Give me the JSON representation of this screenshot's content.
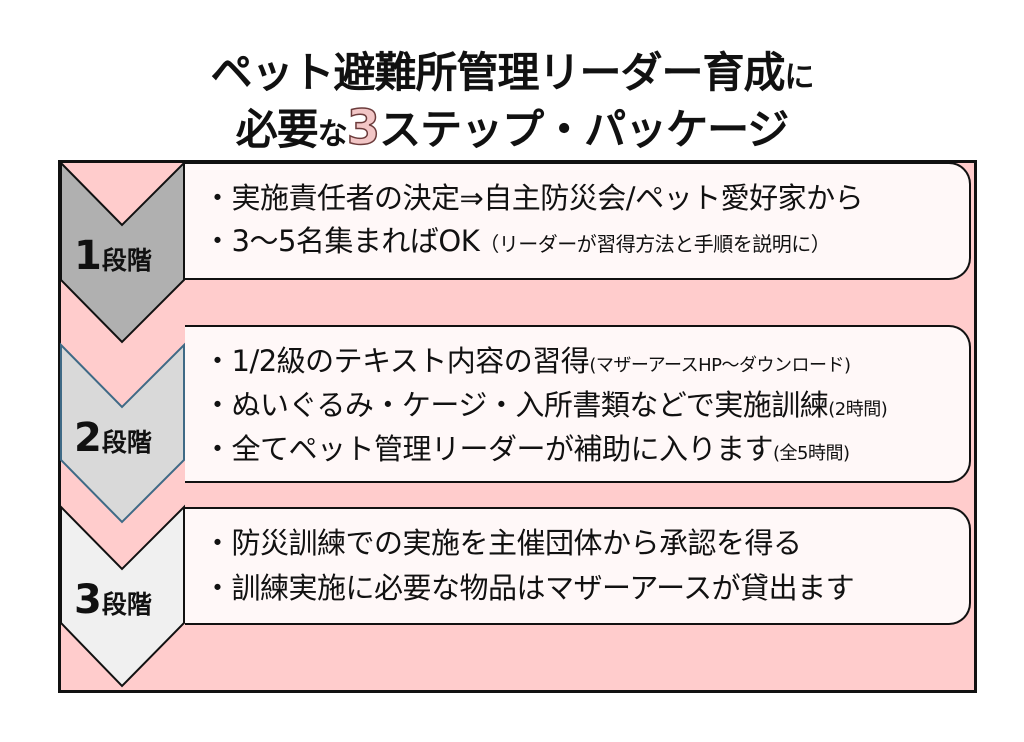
{
  "title": {
    "line1_main": "ペット避難所管理リーダー育成",
    "line1_suffix": "に",
    "line2_prefix": "必要",
    "line2_small": "な",
    "line2_accent": "3",
    "line2_rest": "ステップ・パッケージ"
  },
  "colors": {
    "background": "#ffcccc",
    "stage1": "#b0b0b0",
    "stage2": "#d9d9d9",
    "stage3": "#f0f0f0",
    "box": "#fff8f8",
    "accent": "#f2c6c6",
    "stage2_outline": "#3f6a86"
  },
  "stages": [
    {
      "num": "1",
      "word": "段階",
      "lines": [
        {
          "text": "・実施責任者の決定⇒自主防災会/ペット愛好家から",
          "note": ""
        },
        {
          "text": "・3～5名集まればOK",
          "note": "（リーダーが習得方法と手順を説明に）"
        }
      ]
    },
    {
      "num": "2",
      "word": "段階",
      "lines": [
        {
          "text": "・1/2級のテキスト内容の習得",
          "note": "(マザーアースHP～ダウンロード)"
        },
        {
          "text": "・ぬいぐるみ・ケージ・入所書類などで実施訓練",
          "note": "(2時間)"
        },
        {
          "text": "・全てペット管理リーダーが補助に入ります",
          "note": "(全5時間)"
        }
      ]
    },
    {
      "num": "3",
      "word": "段階",
      "lines": [
        {
          "text": "・防災訓練での実施を主催団体から承認を得る",
          "note": ""
        },
        {
          "text": "・訓練実施に必要な物品はマザーアースが貸出ます",
          "note": ""
        }
      ]
    }
  ]
}
